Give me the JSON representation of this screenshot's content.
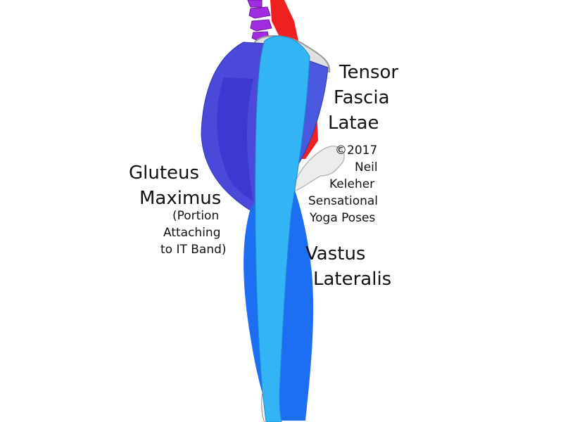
{
  "labels": {
    "tfl": [
      "Tensor",
      "Fascia",
      "Latae"
    ],
    "copyright": [
      "©2017",
      "Neil",
      "Keleher",
      "Sensational",
      "Yoga Poses"
    ],
    "gluteus": [
      "Gluteus",
      "Maximus"
    ],
    "gluteus_note": [
      "(Portion",
      "Attaching",
      "to IT Band)"
    ],
    "vastus": [
      "Vastus",
      "Lateralis"
    ]
  },
  "colors": {
    "vertebra": "#a02be0",
    "iliopsoas": "#ee2020",
    "gluteus": "#4a49d9",
    "tfl": "#4a58e0",
    "it_band": "#33b5f5",
    "vastus": "#1c6ff2",
    "bone": "#e0e0e0",
    "bone_outline": "#9a9a9a"
  }
}
